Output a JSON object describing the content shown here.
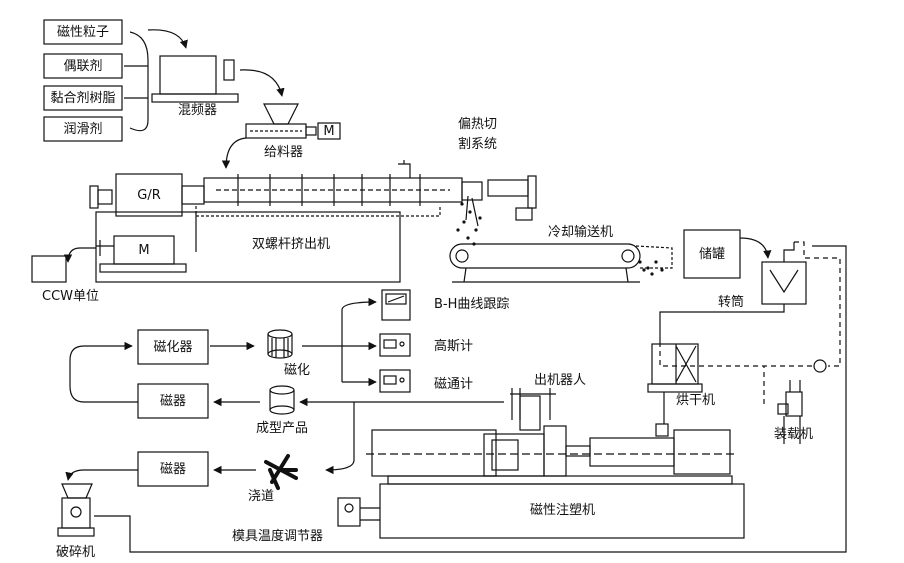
{
  "inputs": {
    "magnetic_particles": "磁性粒子",
    "coupling_agent": "偶联剂",
    "binder_resin": "黏合剂树脂",
    "lubricant": "润滑剂"
  },
  "mixer": "混频器",
  "feeder": "给料器",
  "motor_label": "M",
  "gear_reducer": "G/R",
  "twin_screw_extruder": "双螺杆挤出机",
  "ccw_unit": "CCW单位",
  "hot_cutting_line1": "偏热切",
  "hot_cutting_line2": "割系统",
  "cooling_conveyor": "冷却输送机",
  "storage_tank": "储罐",
  "drum": "转筒",
  "dryer": "烘干机",
  "loader": "装载机",
  "injection_molding_machine": "磁性注塑机",
  "robot": "出机器人",
  "mold_temp_controller": "模具温度调节器",
  "crusher": "破碎机",
  "magnetizer": "磁化器",
  "magnetize": "磁化",
  "magnetic_box_1": "磁器",
  "magnetic_box_2": "磁器",
  "molded_product": "成型产品",
  "runner": "浇道",
  "bh_tracer": "B-H曲线跟踪",
  "gaussmeter": "高斯计",
  "fluxmeter": "磁通计"
}
